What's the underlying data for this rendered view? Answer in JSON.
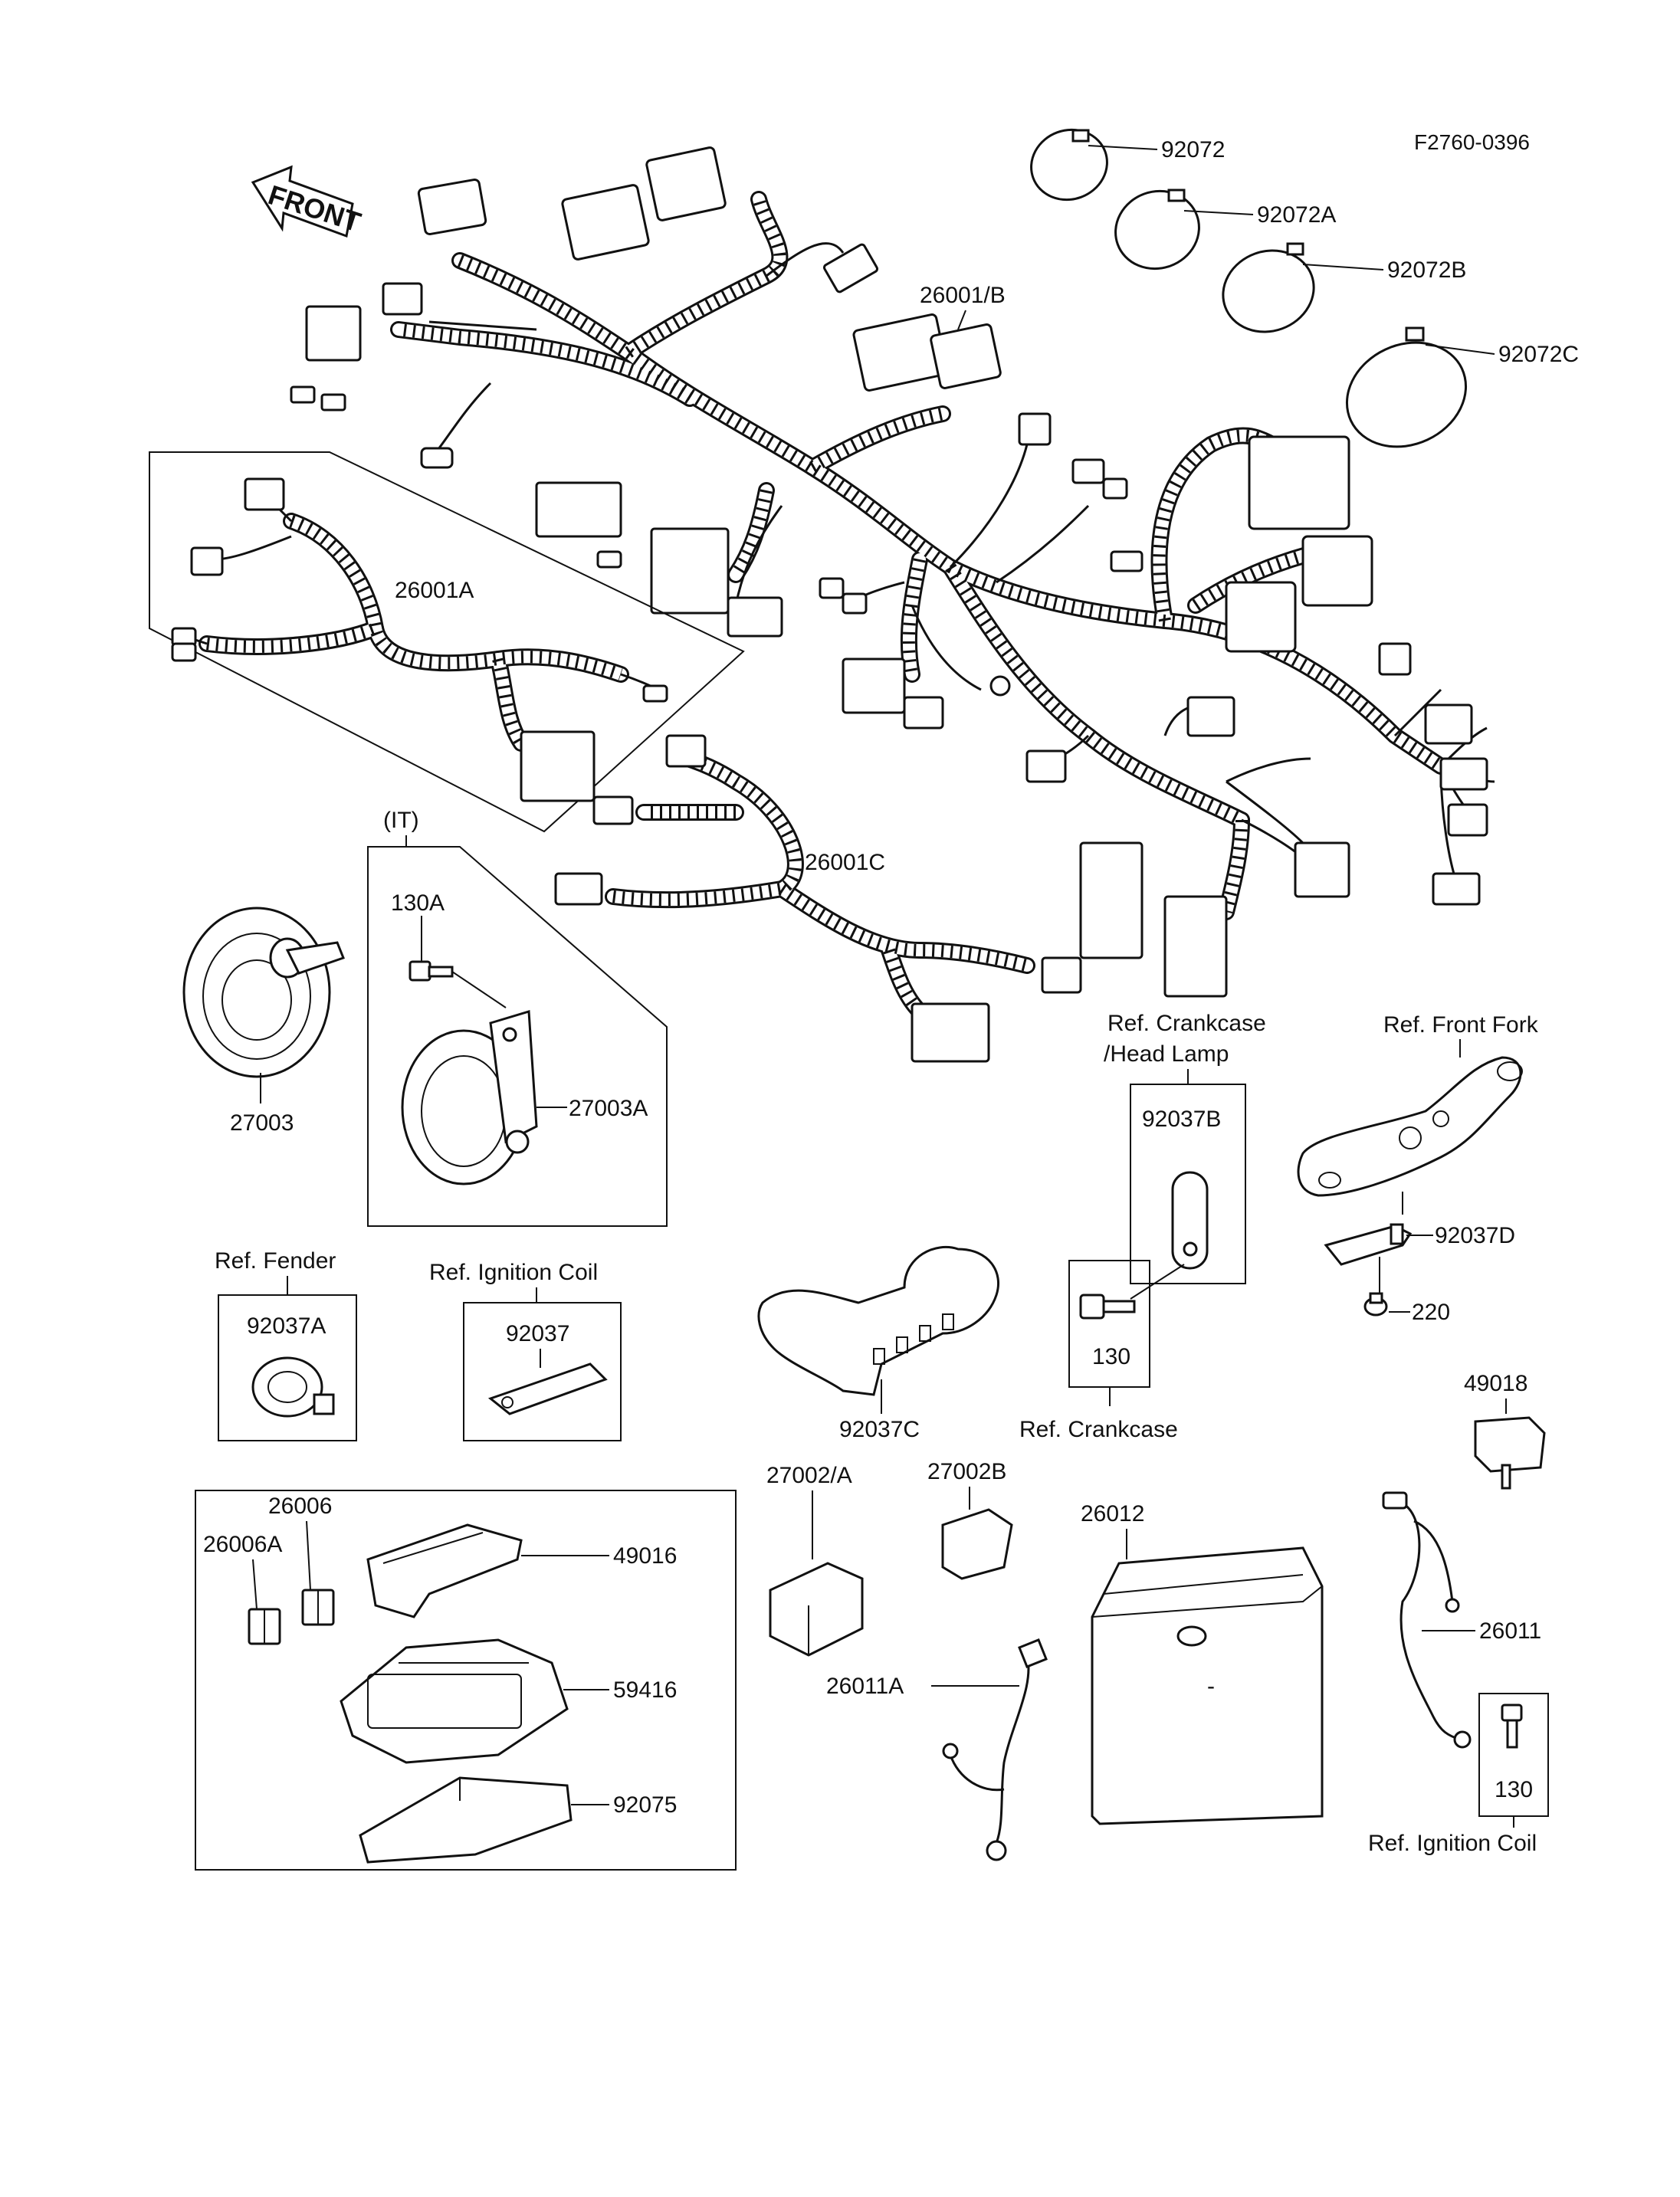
{
  "doc_code": "F2760-0396",
  "front_label": "FRONT",
  "labels": {
    "c92072": "92072",
    "c92072A": "92072A",
    "c92072B": "92072B",
    "c92072C": "92072C",
    "h26001B": "26001/B",
    "h26001A": "26001A",
    "h26001C": "26001C",
    "it": "(IT)",
    "b130A": "130A",
    "horn27003A": "27003A",
    "horn27003": "27003",
    "ref_crankcase_head1": "Ref. Crankcase",
    "ref_crankcase_head2": "/Head Lamp",
    "ref_front_fork": "Ref. Front Fork",
    "cl92037B": "92037B",
    "cl92037D": "92037D",
    "b220": "220",
    "b130_mid": "130",
    "ref_crankcase": "Ref. Crankcase",
    "ref_fender": "Ref. Fender",
    "cl92037A": "92037A",
    "ref_ignition_coil_top": "Ref. Ignition Coil",
    "cl92037": "92037",
    "cl92037C": "92037C",
    "p49018": "49018",
    "f26006": "26006",
    "f26006A": "26006A",
    "p49016": "49016",
    "p59416": "59416",
    "p92075": "92075",
    "r27002A": "27002/A",
    "r27002B": "27002B",
    "bat26012": "26012",
    "lead26011": "26011",
    "lead26011A": "26011A",
    "b130_bottom": "130",
    "ref_ignition_coil_bottom": "Ref. Ignition Coil"
  },
  "icons": [
    "front-arrow-icon",
    "wiring-harness",
    "horn",
    "relay",
    "fuse",
    "battery",
    "clamp",
    "bolt"
  ]
}
